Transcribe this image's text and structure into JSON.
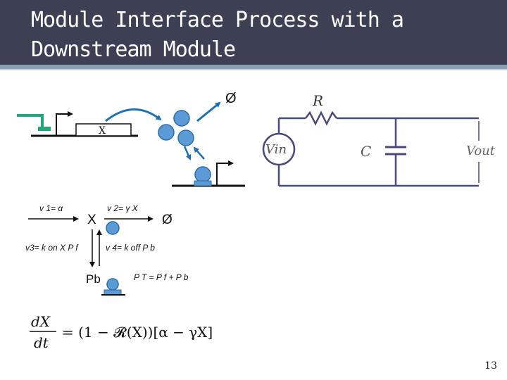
{
  "header": {
    "title": "Module Interface Process with a Downstream Module"
  },
  "colors": {
    "header_bg": "#3d3f52",
    "accent_bar": "#8a9fb0",
    "protein_blue": "#5b9bd5",
    "protein_edge": "#2e6ca6",
    "promoter_green": "#21a67a",
    "arrow_blue": "#1f6fb5",
    "circuit_line": "#4a4a7a"
  },
  "gene_diagram": {
    "gene_label": "X",
    "degradation_symbol": "Ø"
  },
  "reaction_diagram": {
    "species_x": "X",
    "degradation_symbol": "Ø",
    "species_pb": "Pb",
    "v1": "v 1= α",
    "v2": "v 2= γ X",
    "v3": "v3= k on X P f",
    "v4": "v 4= k off P b",
    "conservation": "P T = P f + P b"
  },
  "circuit": {
    "resistor_label": "R",
    "source_label": "Vin",
    "capacitor_label": "C",
    "output_label": "Vout"
  },
  "equation": {
    "lhs_num": "dX",
    "lhs_den": "dt",
    "rhs": "= (1 − 𝓡(X))[α − γX]"
  },
  "footer": {
    "slide_number": "13"
  }
}
